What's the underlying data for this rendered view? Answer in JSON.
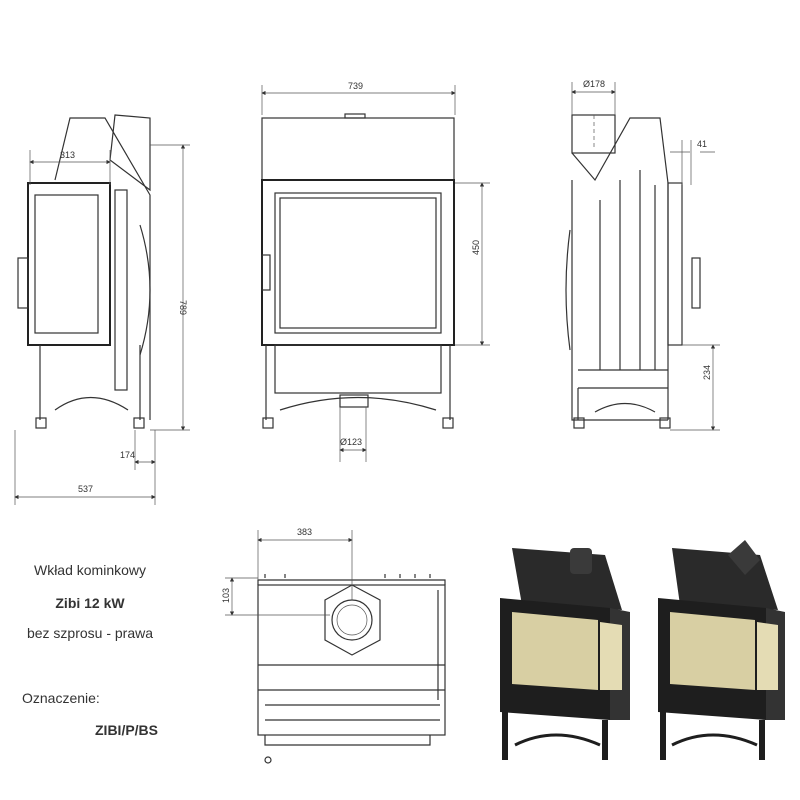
{
  "dimensions": {
    "side_depth": "313",
    "total_height": "789",
    "total_depth": "537",
    "leg_offset": "174",
    "front_width": "739",
    "door_height": "450",
    "air_inlet_diameter": "Ø123",
    "flue_diameter": "Ø178",
    "frame_depth": "41",
    "base_height": "234",
    "flue_offset": "383",
    "flue_setback": "103"
  },
  "info": {
    "product_type": "Wkład kominkowy",
    "model": "Zibi 12 kW",
    "variant": "bez szprosu - prawa",
    "designation_label": "Oznaczenie:",
    "designation_code": "ZIBI/P/BS"
  }
}
